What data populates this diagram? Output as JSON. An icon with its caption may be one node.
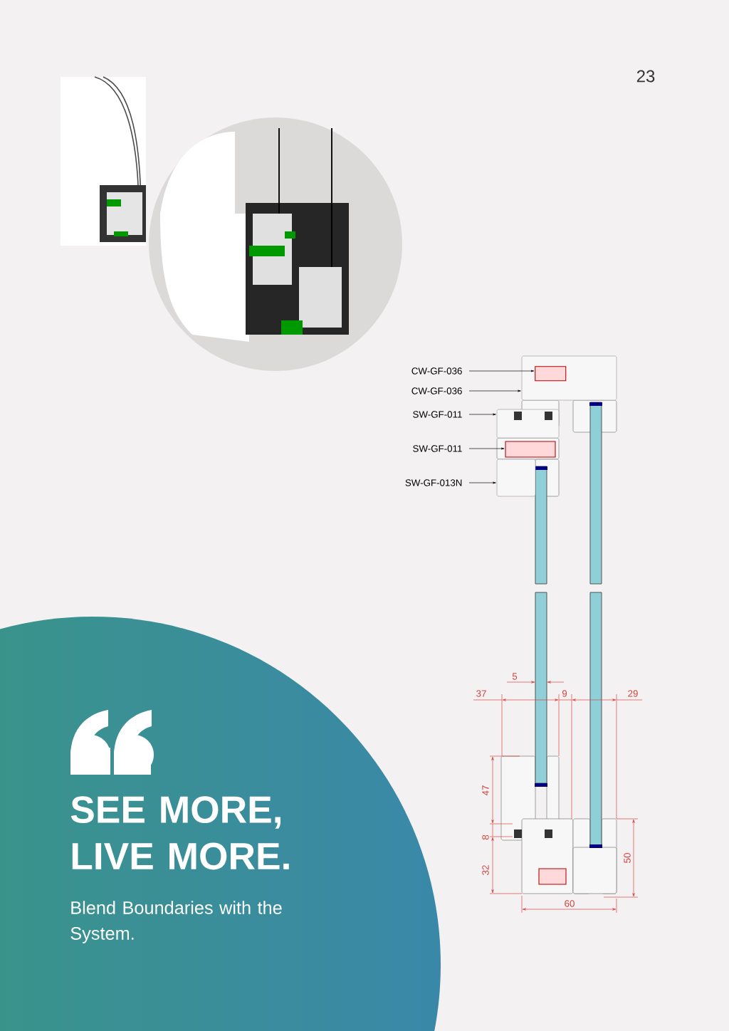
{
  "diagram": {
    "title": "SEE MORE, LIVE MORE.",
    "caption": "Blend Boundaries with the System.",
    "nodes": [
      {
        "text": [
          "CW-GF-036"
        ]
      },
      {
        "text": [
          "CW-GF-036"
        ]
      },
      {
        "text": [
          "SW-GF-011"
        ]
      },
      {
        "text": [
          "SW-GF-011"
        ]
      },
      {
        "text": [
          "SW-GF-013N"
        ]
      },
      {
        "text": [],
        "shape": "box"
      },
      {
        "text": [],
        "shape": "box",
        "in": 5
      },
      {
        "text": [],
        "shape": "box"
      },
      {
        "text": [],
        "shape": "box"
      },
      {
        "text": [],
        "shape": "box"
      },
      {
        "text": [],
        "shape": "box"
      }
    ],
    "edges": [
      {
        "from": 0,
        "to": 6,
        "arrow": "to"
      },
      {
        "from": 1,
        "to": 5,
        "arrow": "to"
      },
      {
        "from": 2,
        "to": 7,
        "arrow": "to"
      },
      {
        "from": 3,
        "to": 8,
        "arrow": "to"
      },
      {
        "from": 4,
        "to": 9,
        "arrow": "to"
      }
    ],
    "labels": [
      "23",
      "5",
      "37",
      "9",
      "29",
      "47",
      "8",
      "32",
      "50",
      "60"
    ]
  }
}
